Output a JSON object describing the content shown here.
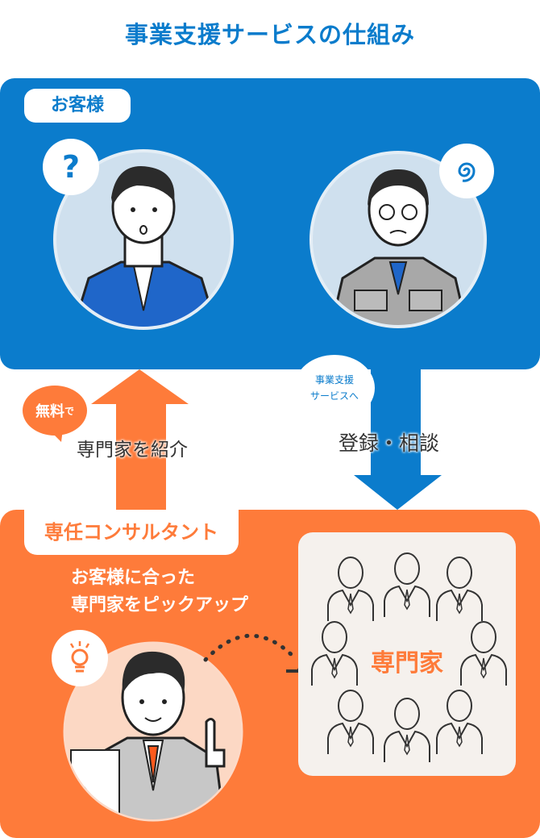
{
  "title": "事業支援サービスの仕組み",
  "customer": {
    "label": "お客様"
  },
  "bubbles": {
    "question": "?",
    "service": {
      "line1": "事業支援",
      "line2": "サービスへ"
    },
    "free": {
      "main": "無料",
      "suffix": "で"
    }
  },
  "flow": {
    "up_label": "専門家を紹介",
    "down_label": "登録・相談"
  },
  "consultant": {
    "label": "専任コンサルタント",
    "pick_line1": "お客様に合った",
    "pick_line2": "専門家をピックアップ"
  },
  "experts": {
    "label": "専門家"
  },
  "colors": {
    "blue": "#0b7ccc",
    "orange": "#fe7b3a",
    "panel": "#f5f1ed"
  }
}
